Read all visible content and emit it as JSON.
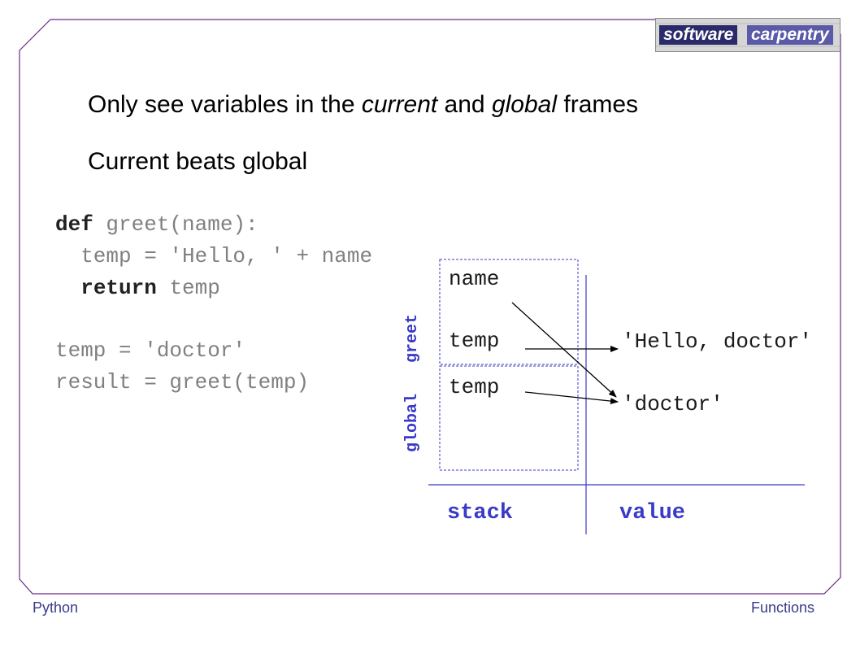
{
  "bullets": [
    {
      "before": "Only see variables in the ",
      "em1": "current",
      "mid": " and ",
      "em2": "global",
      "after": " frames"
    },
    {
      "text": "Current beats global"
    }
  ],
  "code": {
    "line1_kw": "def",
    "line1_rest": " greet(name):",
    "line2": "  temp = 'Hello, ' + name",
    "line3_indent": "  ",
    "line3_kw": "return",
    "line3_rest": " temp",
    "line4": "temp = 'doctor'",
    "line5": "result = greet(temp)"
  },
  "diagram": {
    "frames": [
      {
        "label": "greet",
        "vars": [
          "name",
          "temp"
        ]
      },
      {
        "label": "global",
        "vars": [
          "temp"
        ]
      }
    ],
    "values": [
      "'Hello, doctor'",
      "'doctor'"
    ],
    "axis": {
      "stack": "stack",
      "value": "value"
    },
    "colors": {
      "accent": "#3a3ac8",
      "arrow": "#000000"
    }
  },
  "footer": {
    "left": "Python",
    "right": "Functions"
  },
  "logo": {
    "word1": "software",
    "word2": "carpentry"
  }
}
